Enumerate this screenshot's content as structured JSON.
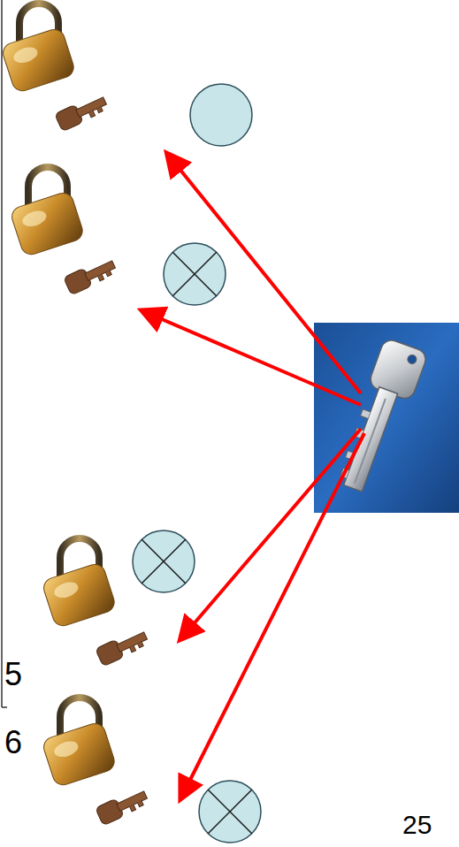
{
  "diagram": {
    "labels": [
      "5",
      "6",
      "25"
    ]
  }
}
